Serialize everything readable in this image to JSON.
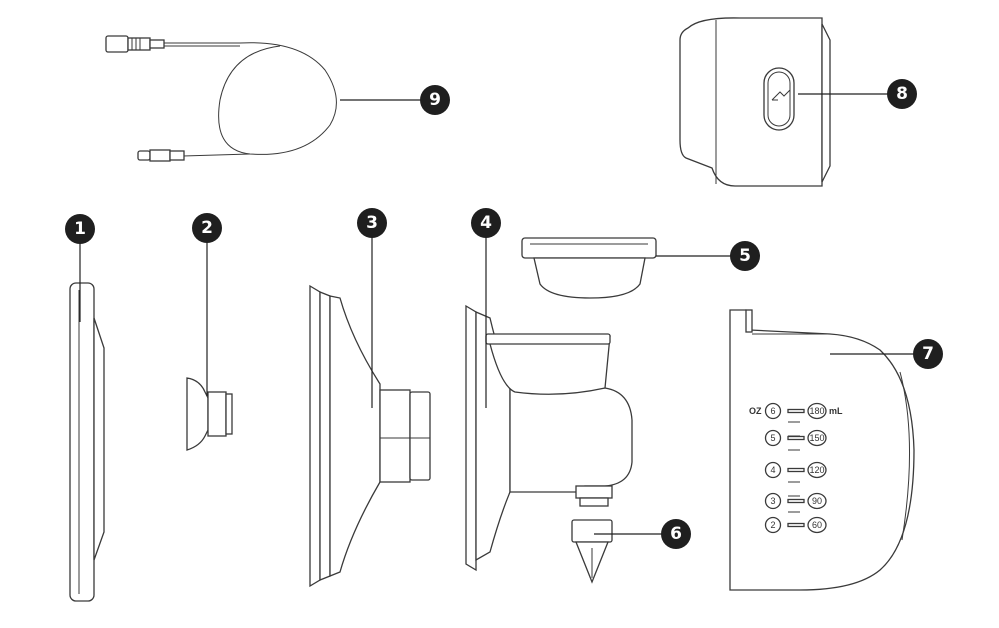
{
  "callouts": {
    "c1": "1",
    "c2": "2",
    "c3": "3",
    "c4": "4",
    "c5": "5",
    "c6": "6",
    "c7": "7",
    "c8": "8",
    "c9": "9"
  },
  "scale": {
    "oz_unit": "OZ",
    "ml_unit": "mL",
    "oz_marks": [
      "6",
      "5",
      "4",
      "3",
      "2"
    ],
    "ml_marks": [
      "180",
      "150",
      "120",
      "90",
      "60"
    ]
  }
}
